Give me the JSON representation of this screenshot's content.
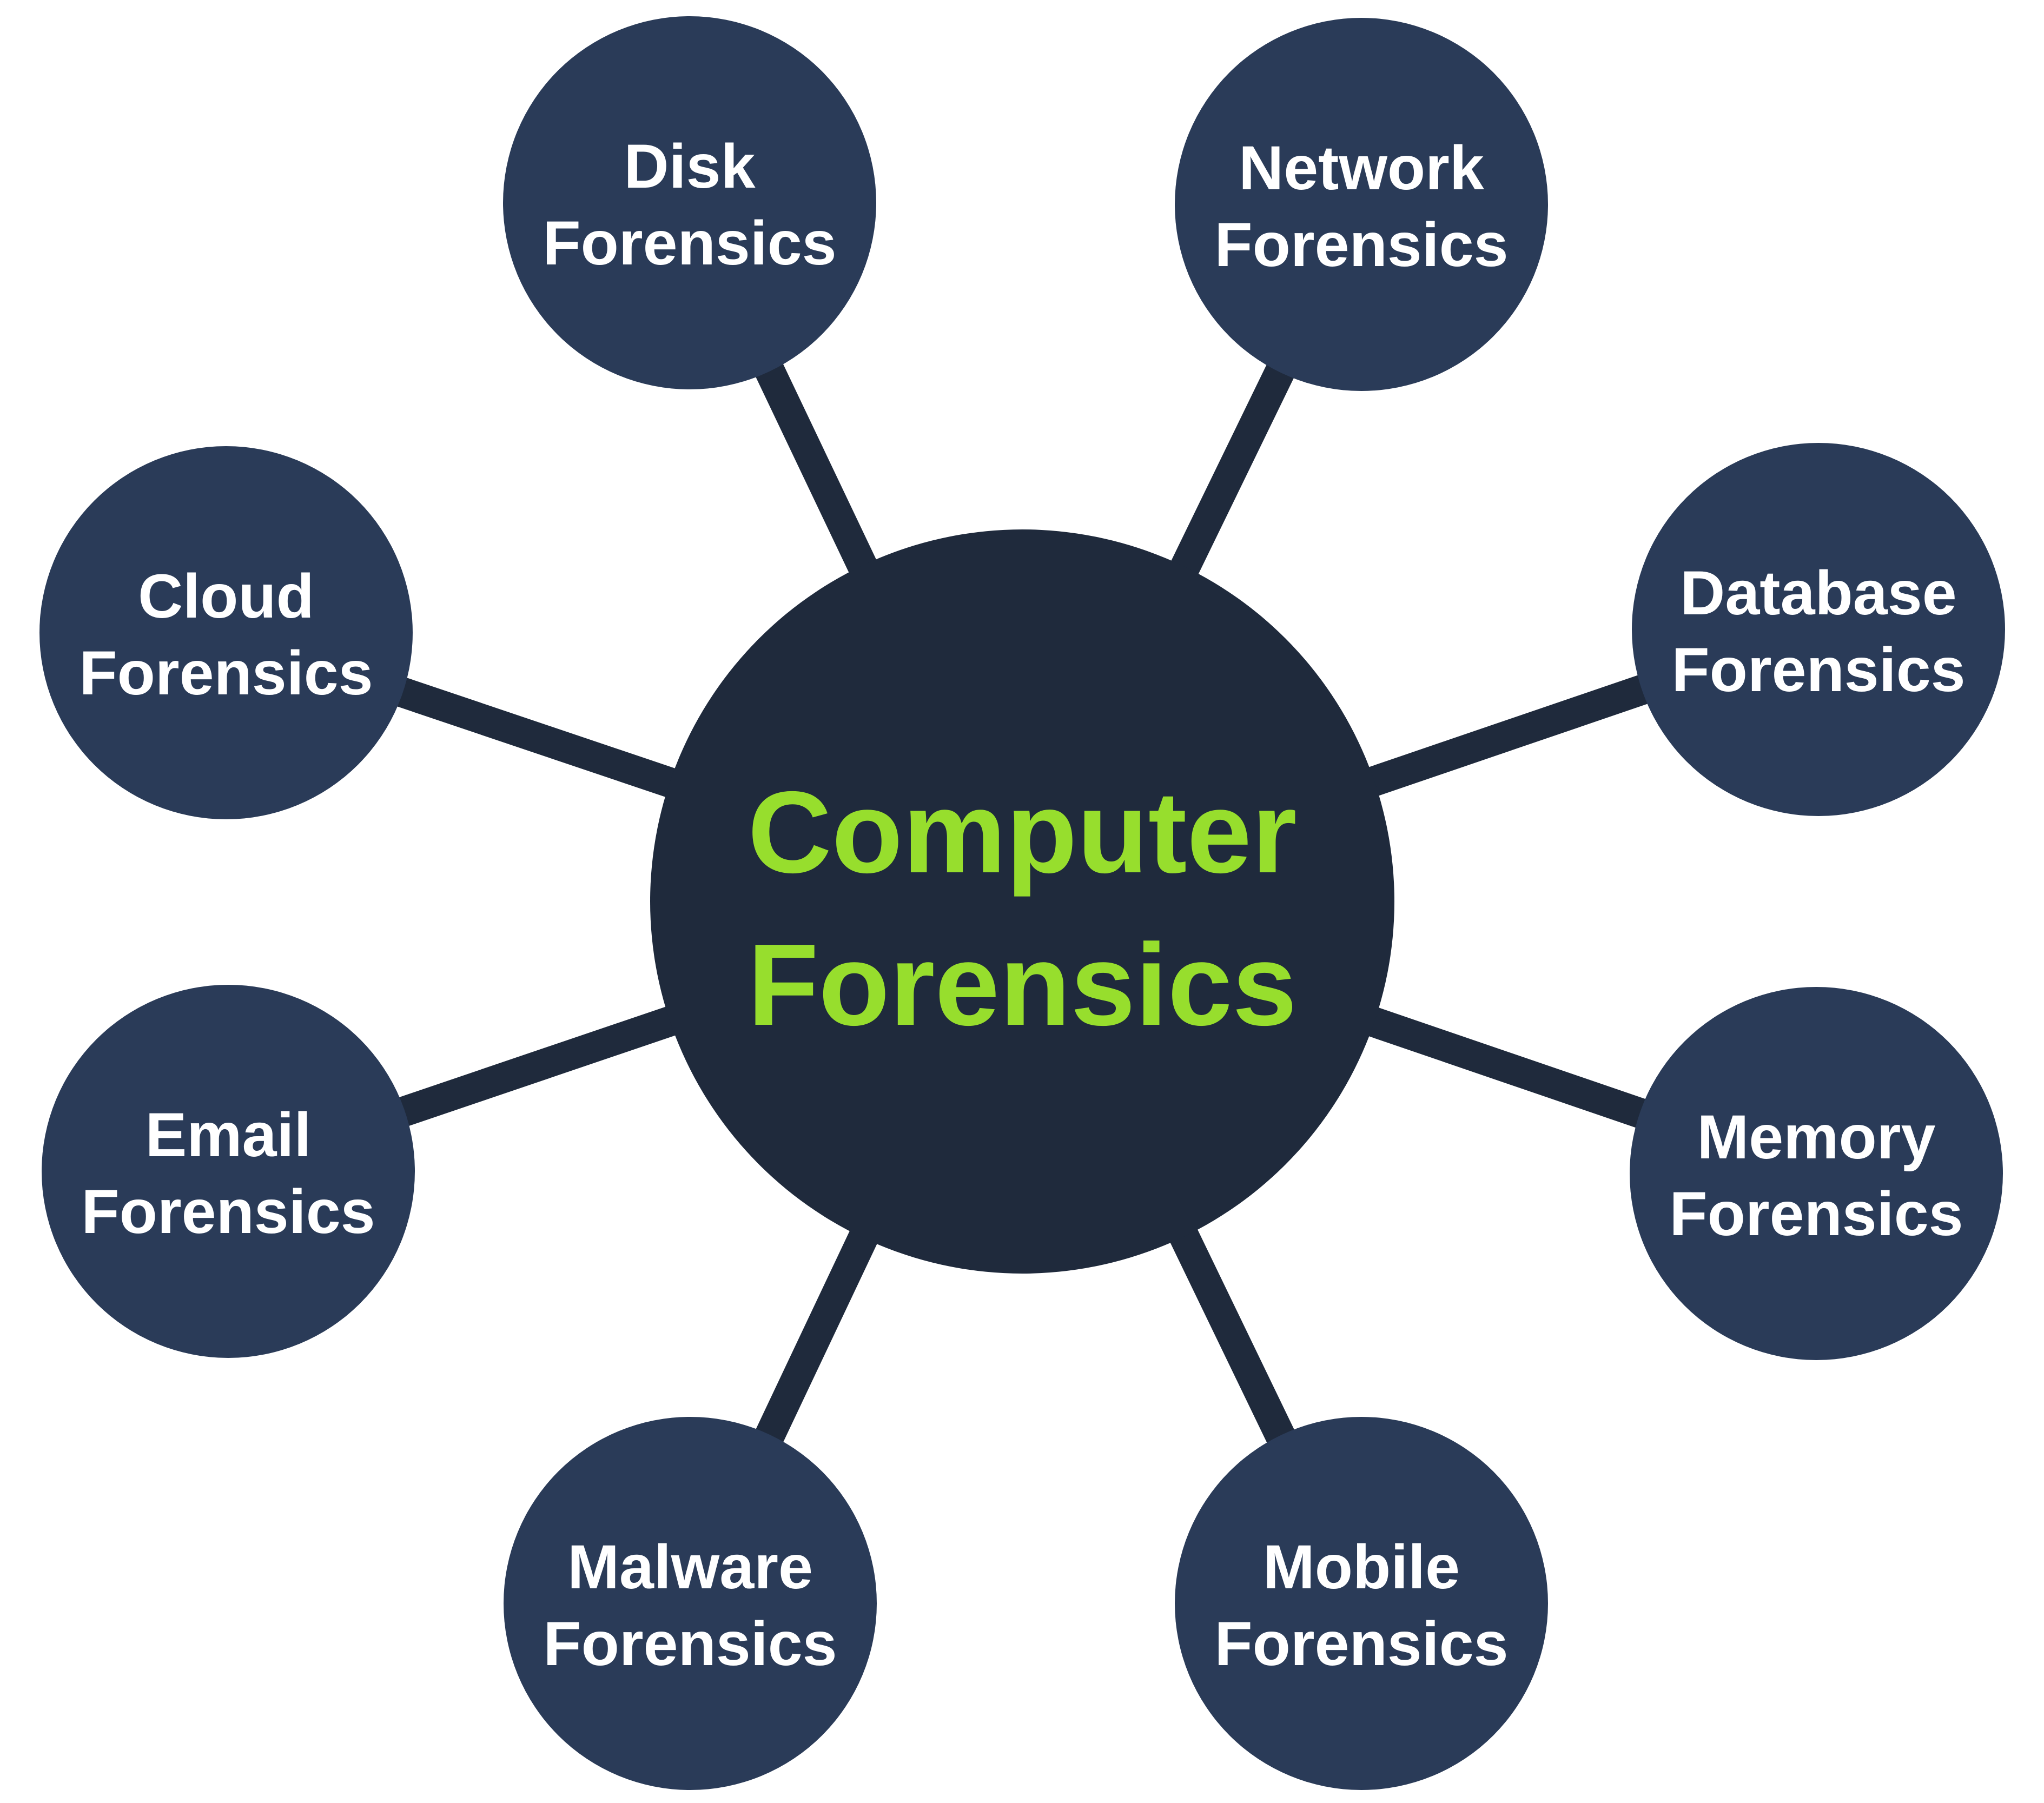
{
  "diagram": {
    "center_node": {
      "line1": "Computer",
      "line2": "Forensics"
    },
    "nodes": [
      {
        "id": "disk",
        "line1": "Disk",
        "line2": "Forensics"
      },
      {
        "id": "network",
        "line1": "Network",
        "line2": "Forensics"
      },
      {
        "id": "database",
        "line1": "Database",
        "line2": "Forensics"
      },
      {
        "id": "memory",
        "line1": "Memory",
        "line2": "Forensics"
      },
      {
        "id": "mobile",
        "line1": "Mobile",
        "line2": "Forensics"
      },
      {
        "id": "malware",
        "line1": "Malware",
        "line2": "Forensics"
      },
      {
        "id": "email",
        "line1": "Email",
        "line2": "Forensics"
      },
      {
        "id": "cloud",
        "line1": "Cloud",
        "line2": "Forensics"
      }
    ],
    "colors": {
      "background": "#FFFFFF",
      "hub_fill": "#1F2A3C",
      "connector": "#1F2A3C",
      "satellite_fill": "#2A3B58",
      "hub_text": "#97DE2D",
      "satellite_text": "#FFFFFF"
    }
  }
}
